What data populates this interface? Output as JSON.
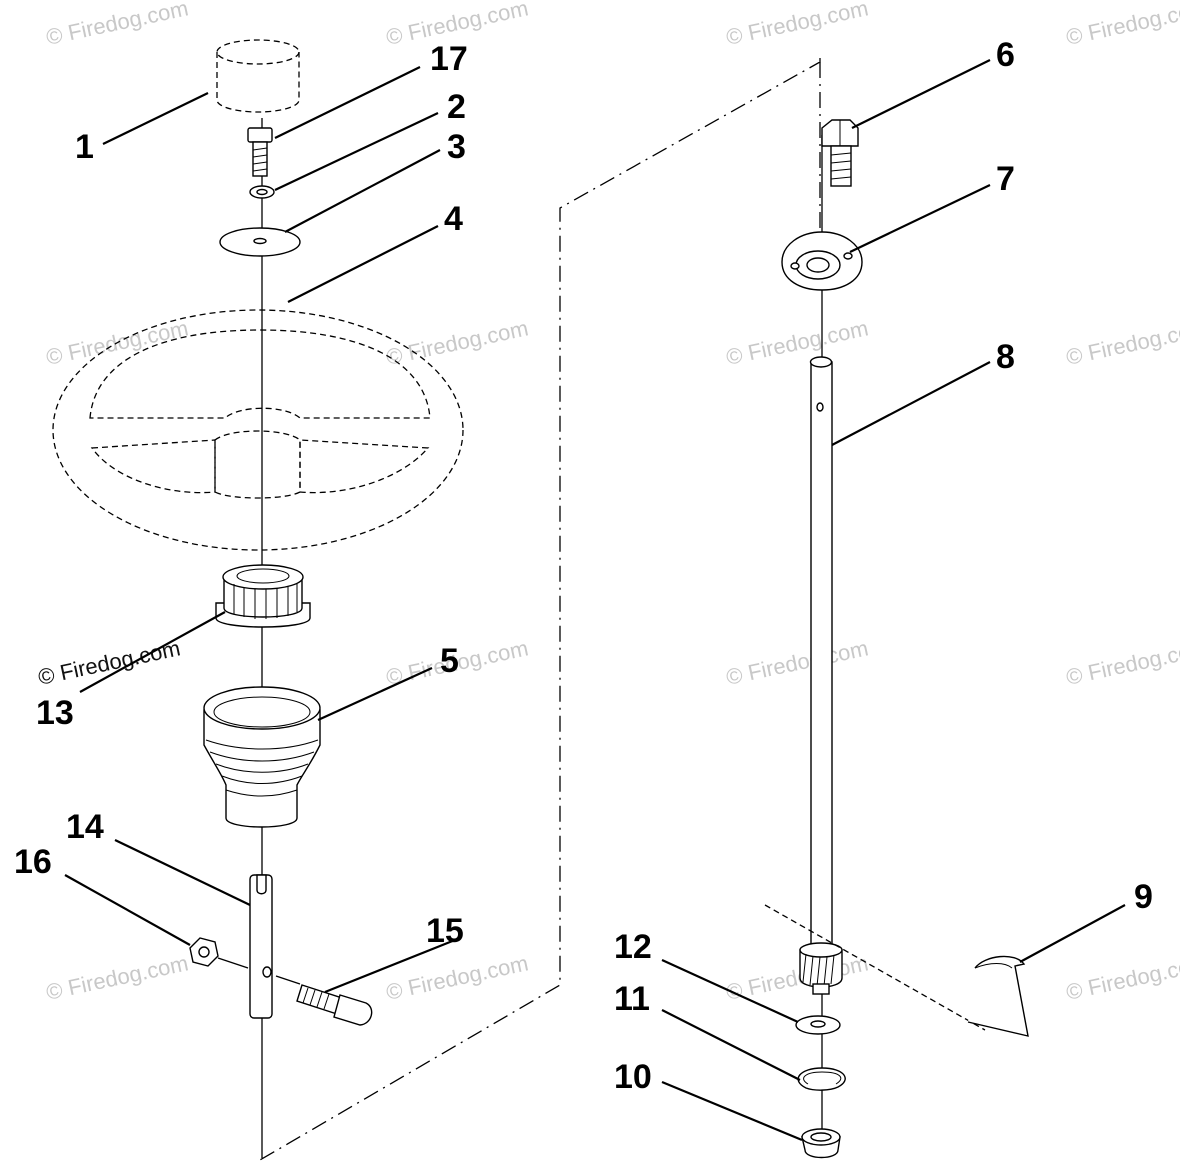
{
  "diagram": {
    "callouts": [
      {
        "id": "1",
        "label": "1"
      },
      {
        "id": "2",
        "label": "2"
      },
      {
        "id": "3",
        "label": "3"
      },
      {
        "id": "4",
        "label": "4"
      },
      {
        "id": "5",
        "label": "5"
      },
      {
        "id": "6",
        "label": "6"
      },
      {
        "id": "7",
        "label": "7"
      },
      {
        "id": "8",
        "label": "8"
      },
      {
        "id": "9",
        "label": "9"
      },
      {
        "id": "10",
        "label": "10"
      },
      {
        "id": "11",
        "label": "11"
      },
      {
        "id": "12",
        "label": "12"
      },
      {
        "id": "13",
        "label": "13"
      },
      {
        "id": "14",
        "label": "14"
      },
      {
        "id": "15",
        "label": "15"
      },
      {
        "id": "16",
        "label": "16"
      },
      {
        "id": "17",
        "label": "17"
      }
    ],
    "watermark": "© Firedog.com"
  }
}
